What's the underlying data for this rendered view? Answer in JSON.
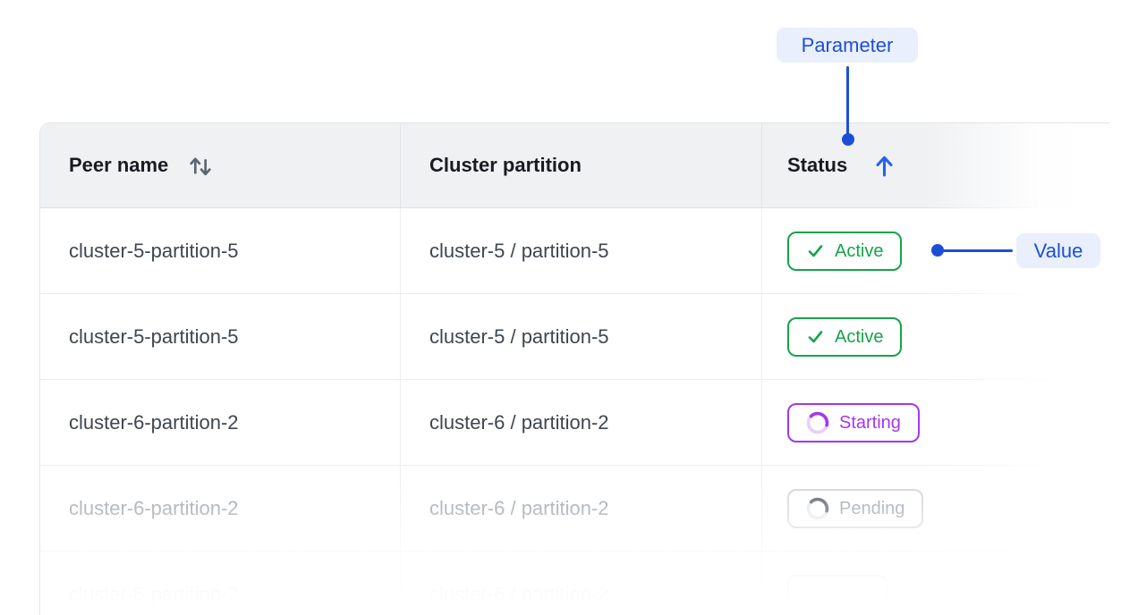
{
  "annotations": {
    "parameter_label": "Parameter",
    "value_label": "Value"
  },
  "table": {
    "columns": [
      {
        "label": "Peer name",
        "sort": "sortable"
      },
      {
        "label": "Cluster partition",
        "sort": "none"
      },
      {
        "label": "Status",
        "sort": "ascending"
      }
    ],
    "rows": [
      {
        "peer_name": "cluster-5-partition-5",
        "cluster_partition": "cluster-5 / partition-5",
        "status": "Active",
        "state": "active"
      },
      {
        "peer_name": "cluster-5-partition-5",
        "cluster_partition": "cluster-5 / partition-5",
        "status": "Active",
        "state": "active"
      },
      {
        "peer_name": "cluster-6-partition-2",
        "cluster_partition": "cluster-6 / partition-2",
        "status": "Starting",
        "state": "starting"
      },
      {
        "peer_name": "cluster-6-partition-2",
        "cluster_partition": "cluster-6 / partition-2",
        "status": "Pending",
        "state": "pending"
      },
      {
        "peer_name": "cluster-6-partition-2",
        "cluster_partition": "cluster-6 / partition-2",
        "status": "",
        "state": "faded-partial"
      }
    ]
  },
  "colors": {
    "annotation_blue": "#1d4ed8",
    "annotation_pill_bg": "#e9effc",
    "sort_arrow_blue": "#2563eb",
    "status_active_green": "#16a34a",
    "status_starting_purple": "#a437ec",
    "status_pending_gray": "#9ca3af",
    "header_bg": "#f0f1f3",
    "cell_text": "#3f4650",
    "muted_text": "#9ba1aa"
  }
}
